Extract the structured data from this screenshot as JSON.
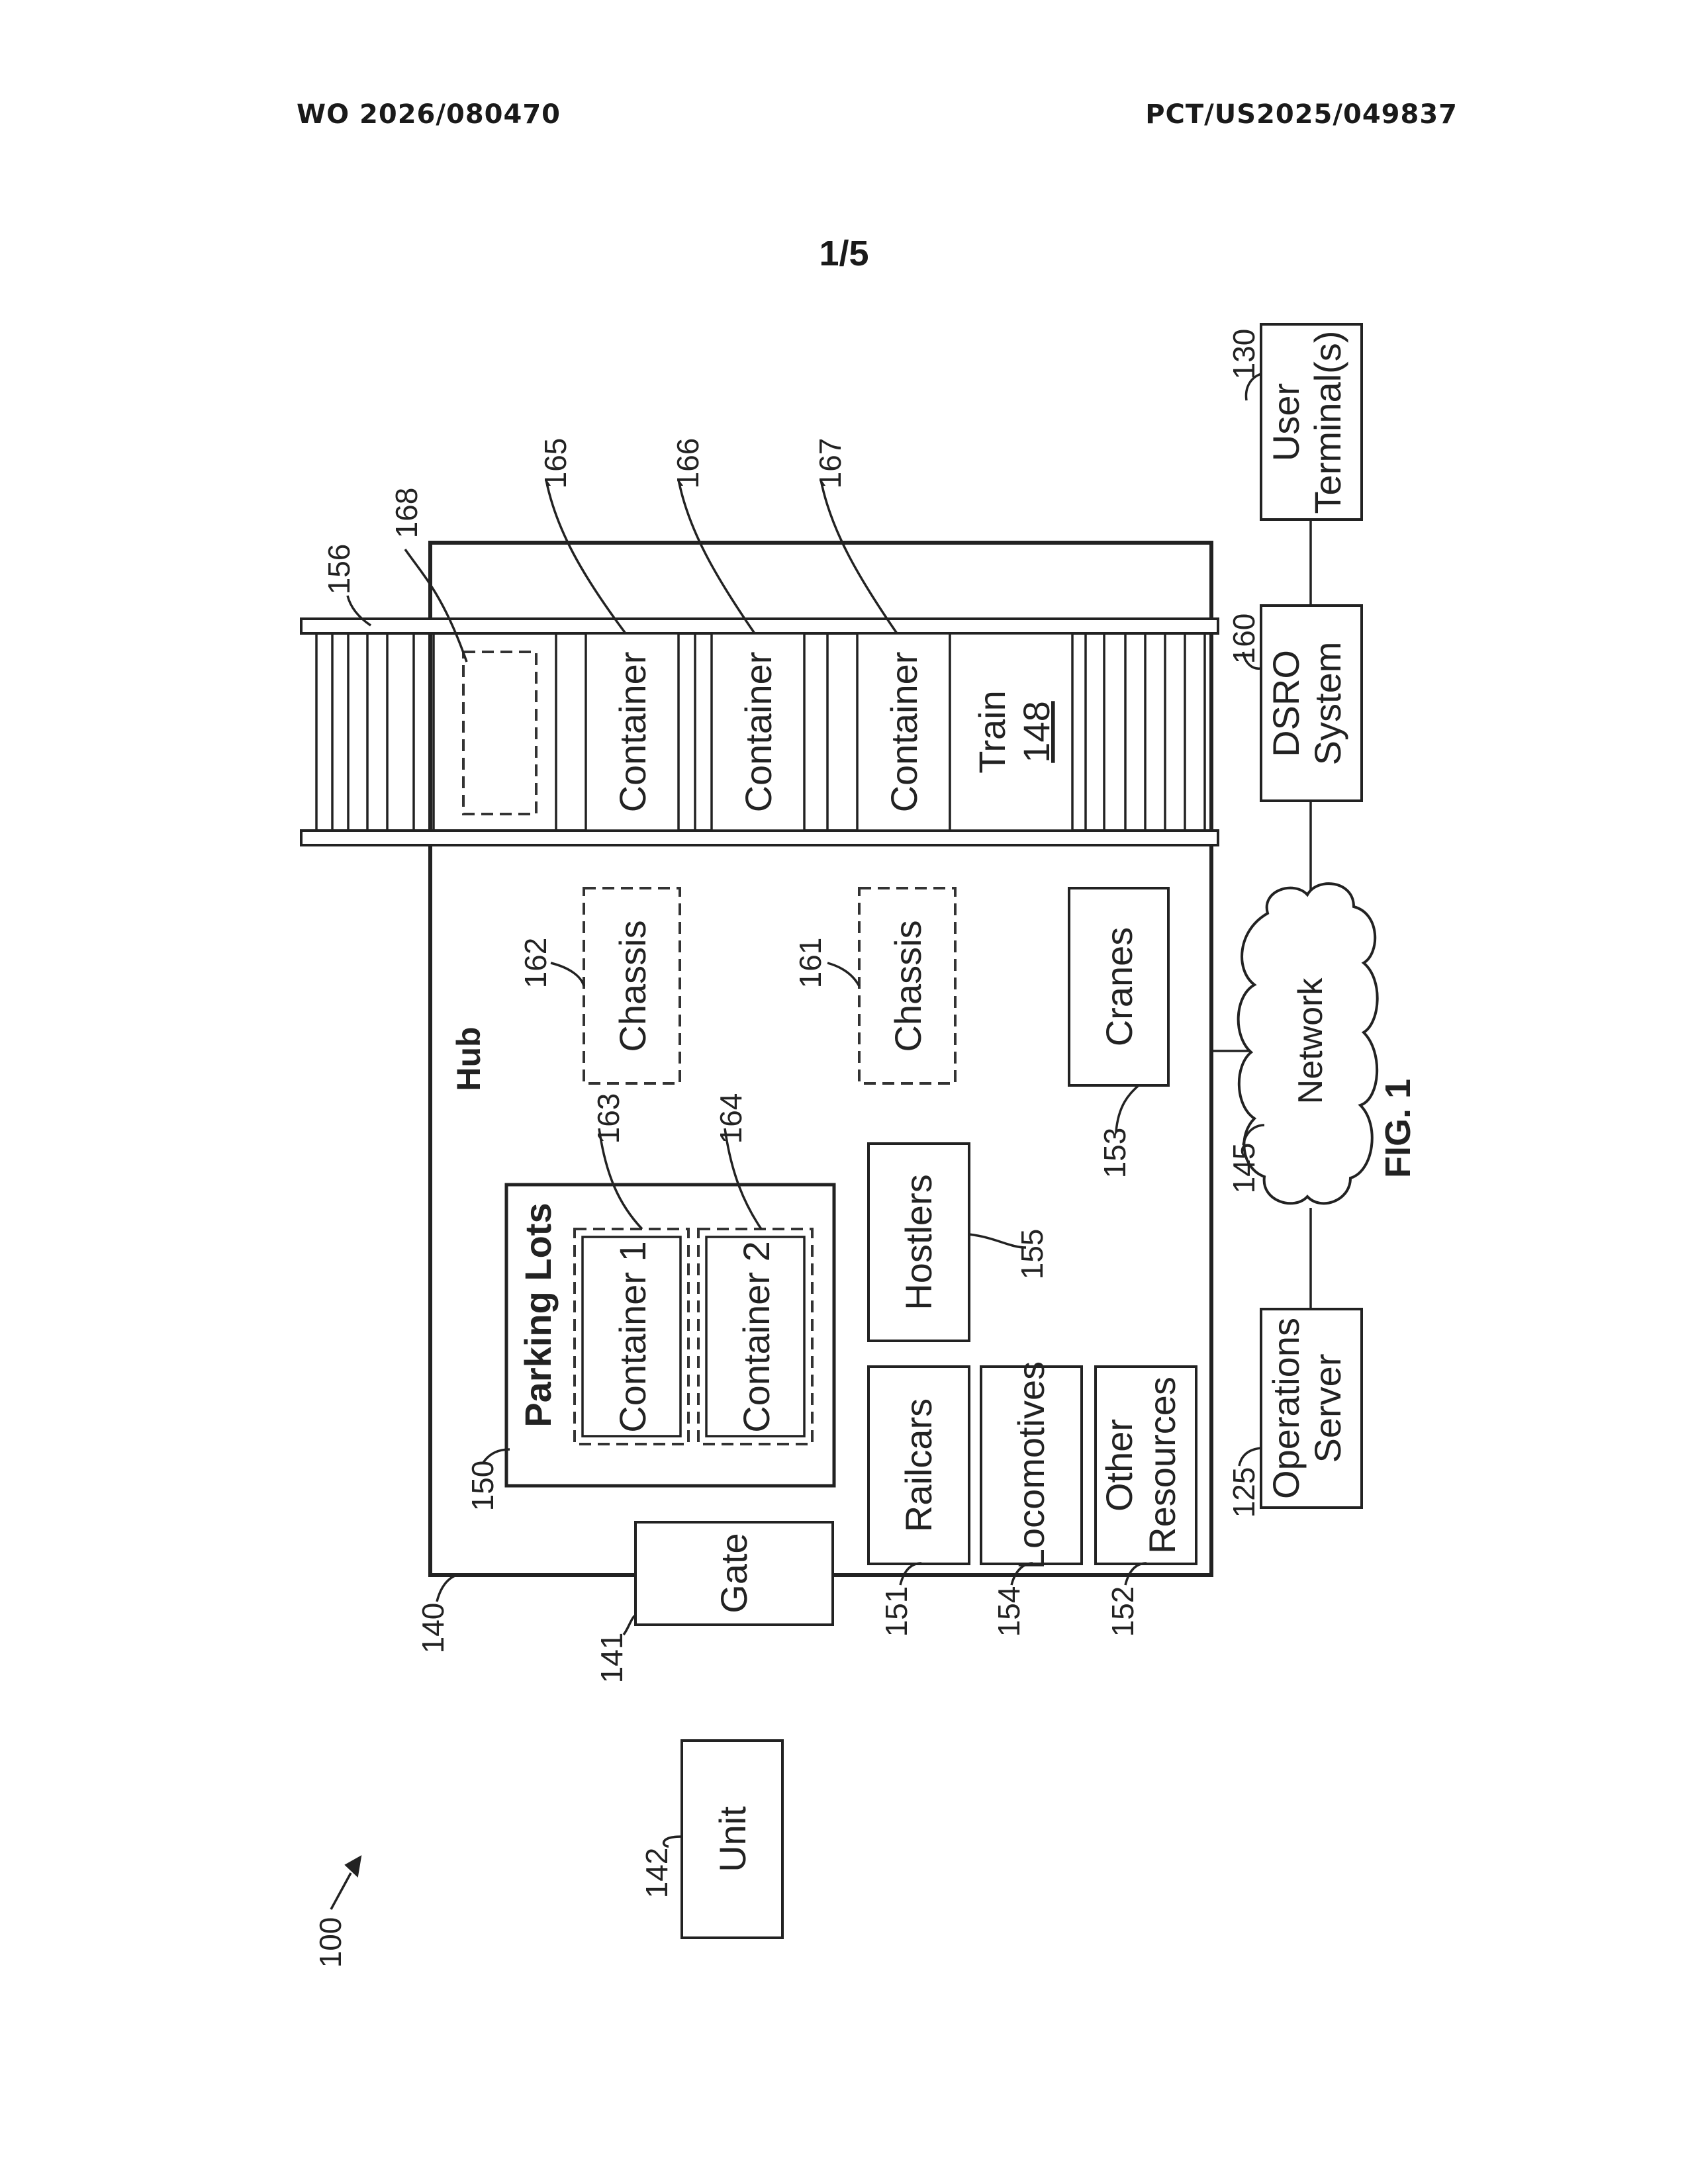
{
  "header": {
    "publication_number": "WO 2026/080470",
    "application_number": "PCT/US2025/049837"
  },
  "sheet": "1/5",
  "figure": {
    "caption": "FIG. 1",
    "system_ref": "100",
    "hub": {
      "title": "Hub",
      "ref": "140"
    },
    "parking_lots": {
      "title": "Parking Lots",
      "ref": "150"
    },
    "parked_containers": [
      {
        "label": "Container 1",
        "ref": "163"
      },
      {
        "label": "Container 2",
        "ref": "164"
      }
    ],
    "chassis": [
      {
        "label": "Chassis",
        "ref": "162"
      },
      {
        "label": "Chassis",
        "ref": "161"
      }
    ],
    "gate": {
      "label": "Gate",
      "ref": "141"
    },
    "unit": {
      "label": "Unit",
      "ref": "142"
    },
    "resources": [
      {
        "label": "Railcars",
        "ref": "151"
      },
      {
        "label": "Locomotives",
        "ref": "154"
      },
      {
        "label_line1": "Other",
        "label_line2": "Resources",
        "ref": "152"
      },
      {
        "label": "Hostlers",
        "ref": "155"
      },
      {
        "label": "Cranes",
        "ref": "153"
      }
    ],
    "track": {
      "ref": "156",
      "empty_slot_ref": "168"
    },
    "train_containers": [
      {
        "label": "Container",
        "ref": "165"
      },
      {
        "label": "Container",
        "ref": "166"
      },
      {
        "label": "Container",
        "ref": "167"
      }
    ],
    "train": {
      "label": "Train",
      "ref": "148"
    },
    "network": {
      "label": "Network",
      "ref": "145"
    },
    "operations_server": {
      "label_line1": "Operations",
      "label_line2": "Server",
      "ref": "125"
    },
    "dsro_system": {
      "label_line1": "DSRO",
      "label_line2": "System",
      "ref": "160"
    },
    "user_terminals": {
      "label_line1": "User",
      "label_line2": "Terminal(s)",
      "ref": "130"
    }
  }
}
